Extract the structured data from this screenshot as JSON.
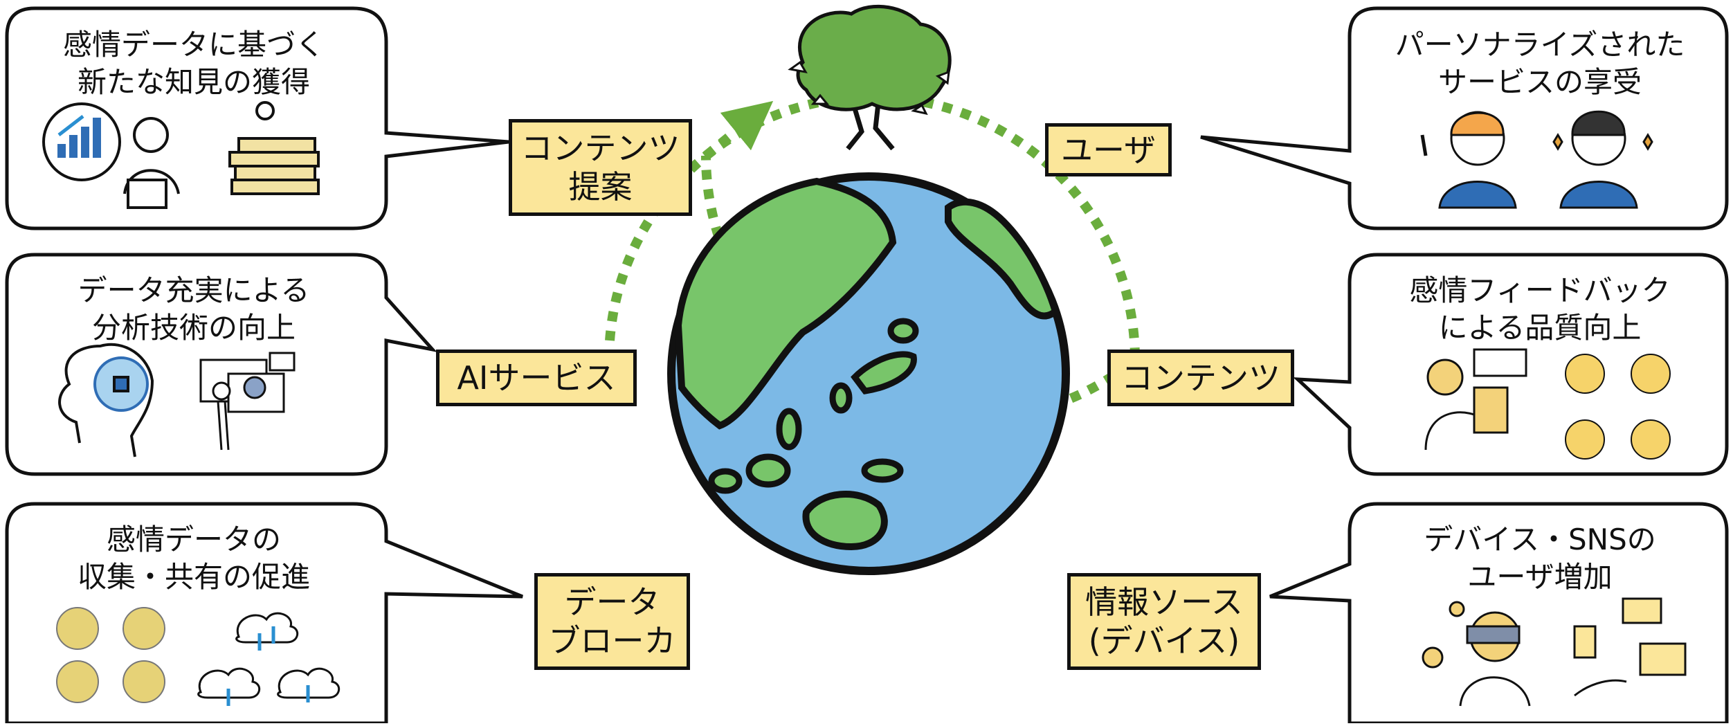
{
  "colors": {
    "node_fill": "#fbe69a",
    "dotted_ring": "#6aad3d",
    "ocean": "#7cb9e6",
    "land": "#78c56a",
    "tree_leaves": "#6aad4a",
    "outline": "#111111"
  },
  "center": {
    "globe_icon": "earth-globe-icon",
    "tree_icon": "tree-icon"
  },
  "nodes": {
    "content_proposal": "コンテンツ\n提案",
    "user": "ユーザ",
    "ai_service": "AIサービス",
    "content": "コンテンツ",
    "data_broker": "データ\nブローカ",
    "info_source": "情報ソース\n(デバイス)"
  },
  "callouts": {
    "top_left": {
      "text": "感情データに基づく\n新たな知見の獲得",
      "icons": [
        "growth-chart-icon",
        "office-worker-icon",
        "reading-books-icon"
      ]
    },
    "mid_left": {
      "text": "データ充実による\n分析技術の向上",
      "icons": [
        "ai-brain-icon",
        "analyst-dashboard-icon"
      ]
    },
    "bottom_left": {
      "text": "感情データの\n収集・共有の促進",
      "icons": [
        "emotion-faces-icon",
        "cloud-sync-icon"
      ]
    },
    "top_right": {
      "text": "パーソナライズされた\nサービスの享受",
      "icons": [
        "surprised-woman-icon",
        "happy-man-icon"
      ]
    },
    "mid_right": {
      "text": "感情フィードバック\nによる品質向上",
      "icons": [
        "tablet-user-icon",
        "emotion-faces-icon"
      ]
    },
    "bottom_right": {
      "text": "デバイス・SNSの\nユーザ増加",
      "icons": [
        "vr-user-icon",
        "connected-devices-icon"
      ]
    }
  }
}
